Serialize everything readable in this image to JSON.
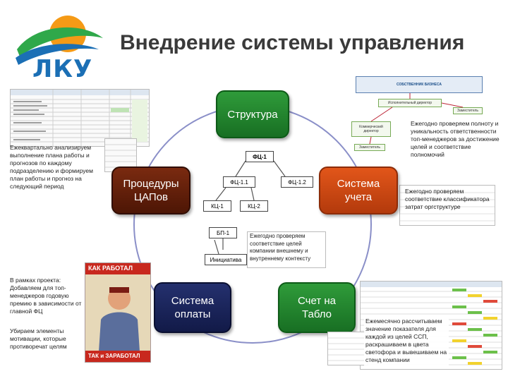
{
  "header": {
    "logo_text": "ЛКУ",
    "title": "Внедрение системы управления"
  },
  "nodes": {
    "structure": "Структура",
    "procedures": "Процедуры ЦАПов",
    "accounting": "Система учета",
    "payment": "Система оплаты",
    "scoreboard": "Счет на Табло"
  },
  "hierarchy": {
    "fc1": "ФЦ-1",
    "fc11": "ФЦ-1.1",
    "fc12": "ФЦ-1.2",
    "kc1": "КЦ-1",
    "kc2": "КЦ-2",
    "bp1": "БП-1",
    "initiative": "Инициатива"
  },
  "notes": {
    "left_top": "Ежеквартально анализируем выполнение плана работы и прогнозов по каждому подразделению и формируем план работы и прогноз на следующий период",
    "right_top": "Ежегодно проверяем полноту и уникальность ответственности топ-менеджеров за достижение целей и соответствие полномочий",
    "right_mid": "Ежегодно проверяем соответствие классификатора затрат оргструктуре",
    "center": "Ежегодно проверяем соответствие целей компании внешнему и внутреннему контексту",
    "left_bottom_1": "В рамках проекта: Добавляем для топ-менеджеров годовую премию в зависимости от главной ФЦ",
    "left_bottom_2": "Убираем элементы мотивации, которые противоречат целям",
    "right_bottom": "Ежемесячно рассчитываем значение показателя для каждой из целей ССП, раскрашиваем в цвета светофора и вывешиваем на стенд компании"
  },
  "poster": {
    "top_text": "КАК РАБОТАЛ",
    "bottom_text": "ТАК и ЗАРАБОТАЛ"
  },
  "org_chart": {
    "owner": "СОБСТВЕННИК БИЗНЕСА",
    "gd": "Исполнительный директор",
    "deputy": "Заместитель",
    "commercial": "Коммерческий директор",
    "deputy2": "Заместитель"
  },
  "colors": {
    "green": "#1f8a2c",
    "red": "#d04a14",
    "maroon": "#5e1f08",
    "navy": "#1a2458",
    "cycle": "#8a8fc8"
  }
}
